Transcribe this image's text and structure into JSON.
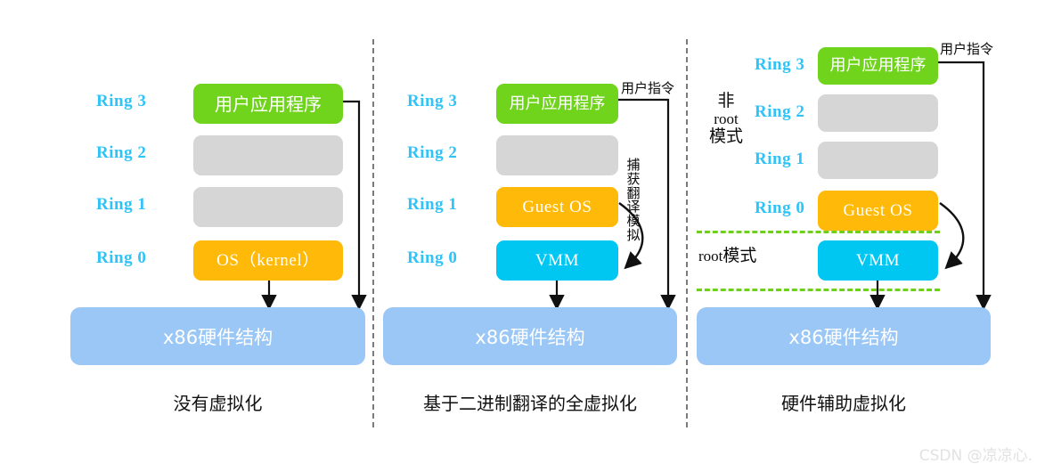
{
  "diagram": {
    "title": "x86 virtualization approaches comparison",
    "colors": {
      "app_green": "#6FD41B",
      "empty_gray": "#D6D6D6",
      "os_orange": "#FFB908",
      "vmm_cyan": "#00C6F2",
      "hardware_blue": "#9AC7F5",
      "ring_label_blue": "#2FC3F7",
      "mode_sep_green": "#6ED018",
      "divider_gray": "#7a7a7a",
      "arrow_black": "#111111",
      "watermark_gray": "#e2e2e2"
    },
    "watermark": "CSDN @凉凉心."
  },
  "panels": [
    {
      "id": "no-virtualization",
      "caption": "没有虚拟化",
      "rings": [
        {
          "label": "Ring 3",
          "box": {
            "text": "用户应用程序",
            "style": "green",
            "script": "cn"
          }
        },
        {
          "label": "Ring 2",
          "box": {
            "text": "",
            "style": "gray",
            "script": "cn"
          }
        },
        {
          "label": "Ring 1",
          "box": {
            "text": "",
            "style": "gray",
            "script": "cn"
          }
        },
        {
          "label": "Ring 0",
          "box": {
            "text": "OS（kernel）",
            "style": "orange",
            "script": "en"
          }
        }
      ],
      "hardware": "x86硬件结构",
      "annotations": []
    },
    {
      "id": "binary-translation-full-virtualization",
      "caption": "基于二进制翻译的全虚拟化",
      "rings": [
        {
          "label": "Ring 3",
          "box": {
            "text": "用户应用程序",
            "style": "green",
            "script": "cn"
          }
        },
        {
          "label": "Ring 2",
          "box": {
            "text": "",
            "style": "gray",
            "script": "cn"
          }
        },
        {
          "label": "Ring 1",
          "box": {
            "text": "Guest OS",
            "style": "orange",
            "script": "en"
          }
        },
        {
          "label": "Ring 0",
          "box": {
            "text": "VMM",
            "style": "cyan",
            "script": "en"
          }
        }
      ],
      "hardware": "x86硬件结构",
      "annotations": [
        {
          "id": "user-instruction",
          "text": "用户指令"
        },
        {
          "id": "trap-translate-emulate",
          "text": "捕获\n翻译\n模拟"
        }
      ]
    },
    {
      "id": "hardware-assisted-virtualization",
      "caption": "硬件辅助虚拟化",
      "rings": [
        {
          "label": "Ring 3",
          "box": {
            "text": "用户应用程序",
            "style": "green",
            "script": "cn"
          }
        },
        {
          "label": "Ring 2",
          "box": {
            "text": "",
            "style": "gray",
            "script": "cn"
          }
        },
        {
          "label": "Ring 1",
          "box": {
            "text": "",
            "style": "gray",
            "script": "cn"
          }
        },
        {
          "label": "Ring 0",
          "box": {
            "text": "Guest OS",
            "style": "orange",
            "script": "en"
          }
        },
        {
          "label": "",
          "box": {
            "text": "VMM",
            "style": "cyan",
            "script": "en"
          }
        }
      ],
      "hardware": "x86硬件结构",
      "modes": {
        "non_root_line1": "非",
        "non_root_line2": "root",
        "non_root_line3": "模式",
        "root_en": "root",
        "root_cn": "模式"
      },
      "annotations": [
        {
          "id": "user-instruction",
          "text": "用户指令"
        }
      ]
    }
  ]
}
